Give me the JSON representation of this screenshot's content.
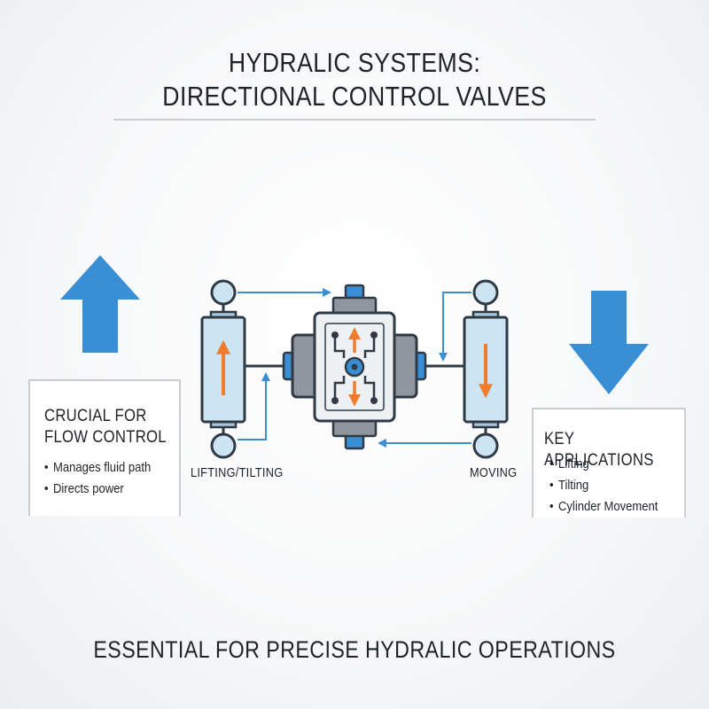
{
  "title": {
    "line1": "HYDRALIC SYSTEMS:",
    "line2": "DIRECTIONAL CONTROL VALVES"
  },
  "left_panel": {
    "heading_line1": "CRUCIAL FOR",
    "heading_line2": "FLOW CONTROL",
    "bullets": [
      "Manages fluid path",
      "Directs power"
    ]
  },
  "right_panel": {
    "heading": "KEY APPLICATIONS",
    "bullets": [
      "Lifting",
      "Tilting",
      "Cylinder Movement"
    ]
  },
  "diagram_labels": {
    "left": "LIFTING/TILTING",
    "right": "MOVING"
  },
  "footer": "ESSENTIAL FOR PRECISE HYDRALIC OPERATIONS",
  "colors": {
    "accent_blue": "#3a8fd4",
    "cylinder_fill": "#cde4f4",
    "outline": "#2f3a45",
    "valve_gray": "#8f969d",
    "orange": "#f07c2c",
    "rule": "#c9cdd1"
  },
  "icons": [
    "up-arrow-icon",
    "down-arrow-icon"
  ]
}
